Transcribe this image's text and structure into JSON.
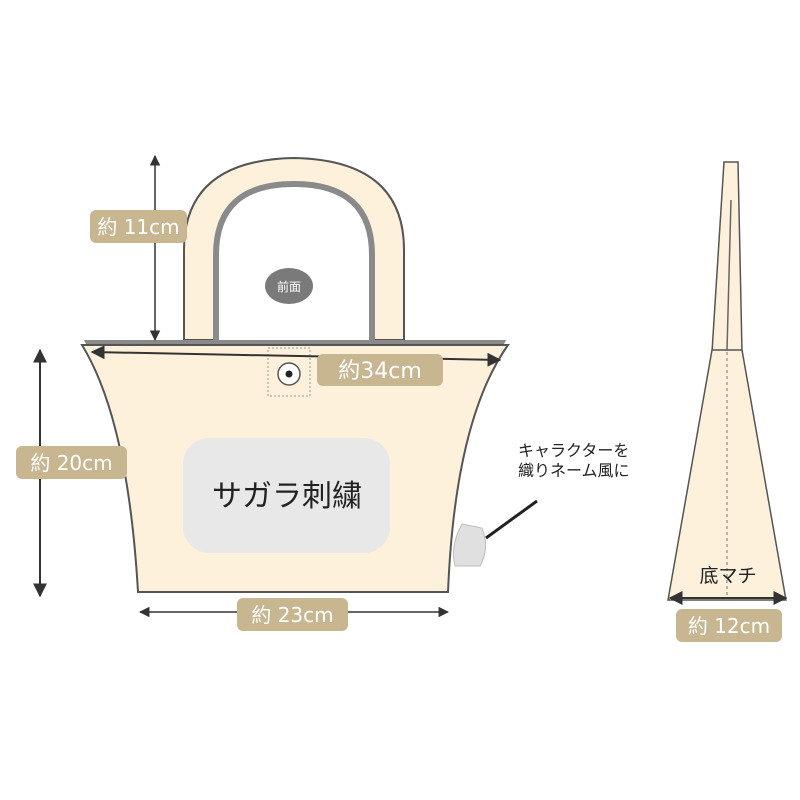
{
  "colors": {
    "bag_fill": "#fdf1dc",
    "bag_outline": "#555555",
    "interior": "#8a8a8a",
    "label_bg": "#c8b691",
    "label_text": "#ffffff",
    "arrow": "#333333",
    "embroidery_bg": "#e8e8e8",
    "badge_bg": "#7a7a7a"
  },
  "labels": {
    "handle_height": "約 11cm",
    "top_width": "約34cm",
    "bag_height": "約 20cm",
    "bottom_width": "約 23cm",
    "gusset_width": "約 12cm",
    "gusset": "底マチ",
    "front": "前面",
    "embroidery": "サガラ刺繍",
    "woven_tag_line1": "キャラクターを",
    "woven_tag_line2": "織りネーム風に"
  }
}
